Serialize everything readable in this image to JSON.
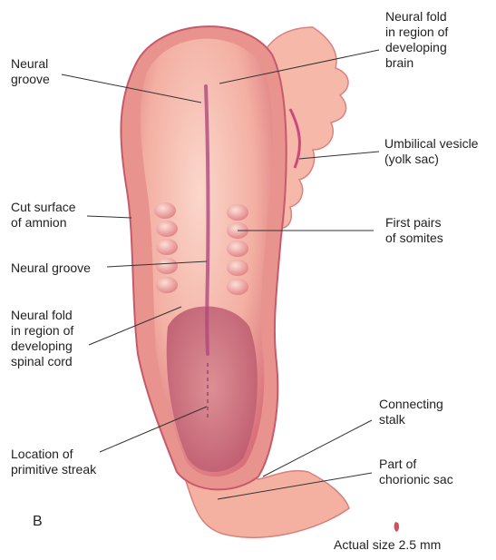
{
  "panel_letter": "B",
  "labels": {
    "neural_groove_top": [
      "Neural",
      "groove"
    ],
    "neural_fold_brain": [
      "Neural fold",
      "in region of",
      "developing",
      "brain"
    ],
    "umbilical_vesicle": [
      "Umbilical vesicle",
      "(yolk sac)"
    ],
    "cut_surface_amnion": [
      "Cut surface",
      "of amnion"
    ],
    "first_pairs_somites": [
      "First pairs",
      "of somites"
    ],
    "neural_groove_mid": [
      "Neural groove"
    ],
    "neural_fold_spinal": [
      "Neural fold",
      "in region of",
      "developing",
      "spinal cord"
    ],
    "connecting_stalk": [
      "Connecting",
      "stalk"
    ],
    "primitive_streak": [
      "Location of",
      "primitive streak"
    ],
    "chorionic_sac": [
      "Part of",
      "chorionic sac"
    ]
  },
  "actual_size_caption": "Actual size 2.5 mm",
  "colors": {
    "embryo_fill": "#f2a9a0",
    "embryo_dark": "#c9546a",
    "embryo_light": "#fbd2c8",
    "tissue_fill": "#f6b3a3",
    "groove": "#b0487e",
    "leader": "#333333"
  }
}
